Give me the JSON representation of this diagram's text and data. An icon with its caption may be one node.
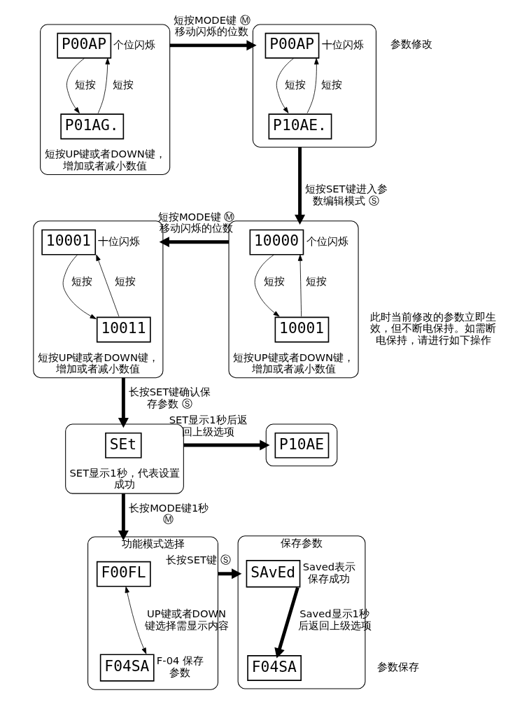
{
  "diagram": {
    "nodes": [
      {
        "text": [
          "短按UP键或者DOWN键，增加或者减小数值"
        ]
      },
      {
        "text": [
          "P00AP"
        ],
        "in": 0,
        "beside": [
          "个位闪烁"
        ]
      },
      {
        "text": [
          "P01AG."
        ],
        "in": 0
      },
      {
        "text": [],
        "shape": "box"
      },
      {
        "text": [
          "P00AP"
        ],
        "in": 3,
        "beside": [
          "十位闪烁"
        ]
      },
      {
        "text": [
          "P10AE."
        ],
        "in": 3
      },
      {
        "text": [
          "短按UP键或者DOWN键，增加或者减小数值"
        ]
      },
      {
        "text": [
          "10001"
        ],
        "in": 6,
        "beside": [
          "十位闪烁"
        ]
      },
      {
        "text": [
          "10011"
        ],
        "in": 6
      },
      {
        "text": [
          "短按UP键或者DOWN键，增加或者减小数值"
        ]
      },
      {
        "text": [
          "10000"
        ],
        "in": 9,
        "beside": [
          "个位闪烁"
        ]
      },
      {
        "text": [
          "10001"
        ],
        "in": 9
      },
      {
        "text": [
          "SET显示1秒，代表设置成功"
        ]
      },
      {
        "text": [
          "SEt"
        ],
        "in": 12
      },
      {
        "text": [],
        "shape": "box"
      },
      {
        "text": [
          "P10AE"
        ],
        "in": 14
      },
      {
        "text": [
          "功能模式选择"
        ]
      },
      {
        "text": [
          "F00FL"
        ],
        "in": 16
      },
      {
        "text": [
          "F04SA"
        ],
        "in": 16,
        "beside": [
          "F-04 保存参数"
        ]
      },
      {
        "text": [
          "保存参数"
        ]
      },
      {
        "text": [
          "SAvEd"
        ],
        "in": 19,
        "beside": [
          "Saved表示保存成功"
        ]
      },
      {
        "text": [
          "F04SA"
        ],
        "in": 19
      }
    ],
    "edges": [
      {
        "from": 1,
        "to": 2,
        "arrow": "to",
        "label": "短按"
      },
      {
        "from": 2,
        "to": 1,
        "arrow": "to",
        "label": "短按"
      },
      {
        "from": 0,
        "to": 3,
        "arrow": "to",
        "label": "短按MODE键 Ⓜ 移动闪烁的位数",
        "style": "thick"
      },
      {
        "from": 4,
        "to": 5,
        "arrow": "to",
        "label": "短按"
      },
      {
        "from": 5,
        "to": 4,
        "arrow": "to",
        "label": "短按"
      },
      {
        "from": 3,
        "to": 9,
        "arrow": "to",
        "label": "短按SET键进入参数编辑模式 Ⓢ",
        "style": "thick"
      },
      {
        "from": 7,
        "to": 8,
        "arrow": "to",
        "label": "短按"
      },
      {
        "from": 8,
        "to": 7,
        "arrow": "to",
        "label": "短按"
      },
      {
        "from": 9,
        "to": 6,
        "arrow": "to",
        "label": "短按MODE键 Ⓜ 移动闪烁的位数",
        "style": "thick"
      },
      {
        "from": 10,
        "to": 11,
        "arrow": "to",
        "label": "短按"
      },
      {
        "from": 11,
        "to": 10,
        "arrow": "to",
        "label": "短按"
      },
      {
        "from": 6,
        "to": 12,
        "arrow": "to",
        "label": "长按SET键确认保存参数 Ⓢ",
        "style": "thick"
      },
      {
        "from": 12,
        "to": 14,
        "arrow": "to",
        "label": "SET显示1秒后返回上级选项",
        "style": "thick"
      },
      {
        "from": 12,
        "to": 16,
        "arrow": "to",
        "label": "长按MODE键1秒 Ⓜ",
        "style": "thick"
      },
      {
        "from": 17,
        "to": 18,
        "arrow": "both",
        "label": "UP键或者DOWN键选择需显示内容"
      },
      {
        "from": 16,
        "to": 19,
        "arrow": "to",
        "label": "长按SET键 Ⓢ",
        "style": "thick"
      },
      {
        "from": 20,
        "to": 21,
        "arrow": "to",
        "label": "Saved显示1秒后返回上级选项",
        "style": "thick"
      }
    ],
    "labels": [
      "参数修改",
      "此时当前修改的参数立即生效，但不断电保持。如需断电保持，请进行如下操作",
      "参数保存"
    ]
  }
}
